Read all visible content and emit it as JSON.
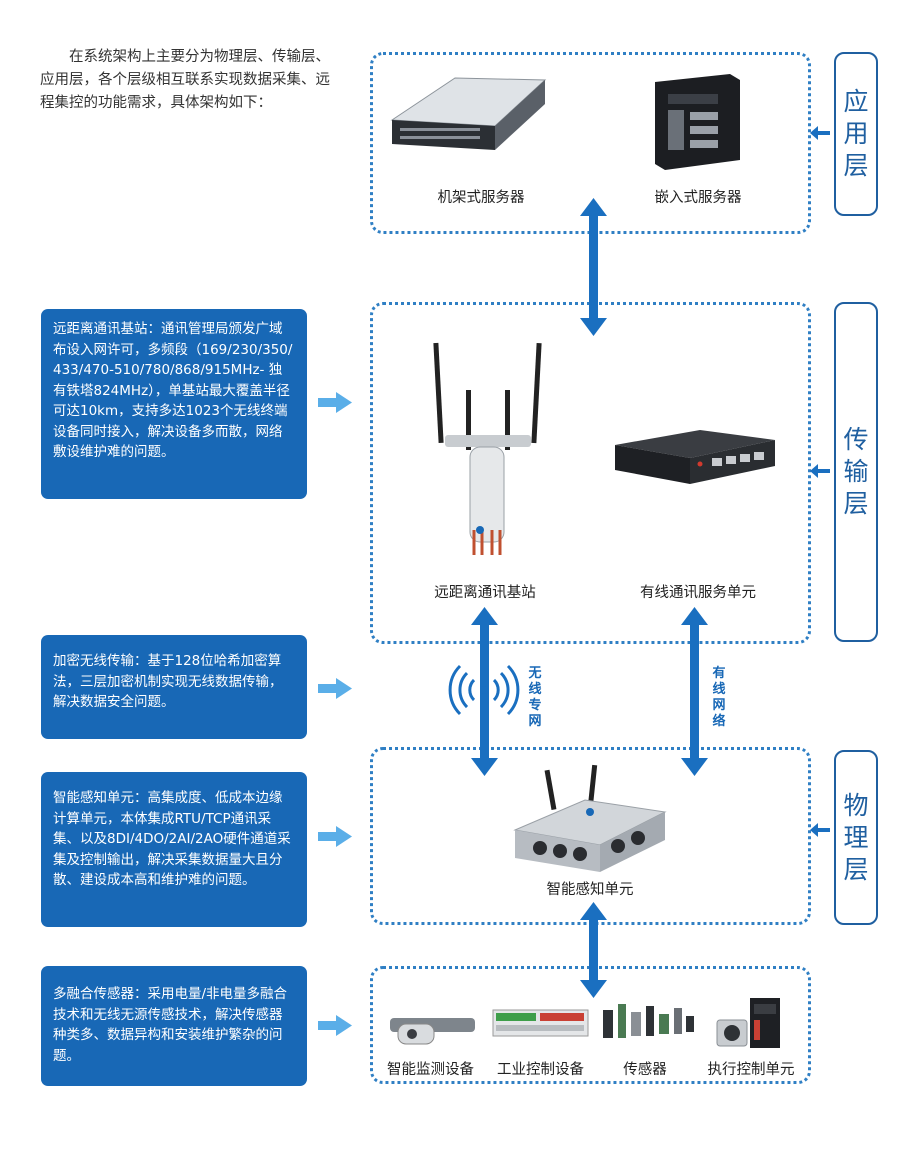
{
  "intro": "在系统架构上主要分为物理层、传输层、应用层，各个层级相互联系实现数据采集、远程集控的功能需求，具体架构如下：",
  "layers": {
    "application": "应用层",
    "transport": "传输层",
    "physical": "物理层"
  },
  "captions": {
    "rack_server": "机架式服务器",
    "embedded_server": "嵌入式服务器",
    "base_station": "远距离通讯基站",
    "wired_unit": "有线通讯服务单元",
    "smart_unit": "智能感知单元",
    "monitor_device": "智能监测设备",
    "industrial_control": "工业控制设备",
    "sensor": "传感器",
    "actuator": "执行控制单元"
  },
  "links": {
    "wireless": "无线专网",
    "wired": "有线网络"
  },
  "info_boxes": {
    "base_station": "远距离通讯基站：通讯管理局颁发广域布设入网许可，多频段（169/230/350/433/470-510/780/868/915MHz- 独有铁塔824MHz），单基站最大覆盖半径可达10km，支持多达1023个无线终端设备同时接入，解决设备多而散，网络敷设维护难的问题。",
    "encryption": "加密无线传输：基于128位哈希加密算法，三层加密机制实现无线数据传输，解决数据安全问题。",
    "smart_unit": "智能感知单元：高集成度、低成本边缘计算单元，本体集成RTU/TCP通讯采集、以及8DI/4DO/2AI/2AO硬件通道采集及控制输出，解决采集数据量大且分散、建设成本高和维护难的问题。",
    "sensor_fusion": "多融合传感器：采用电量/非电量多融合技术和无线无源传感技术，解决传感器种类多、数据异构和安装维护繁杂的问题。"
  },
  "colors": {
    "primary_blue": "#1868b6",
    "dotted_border": "#2f7fc4",
    "arrow_blue": "#1a6fc0",
    "light_arrow": "#5aaee8"
  }
}
